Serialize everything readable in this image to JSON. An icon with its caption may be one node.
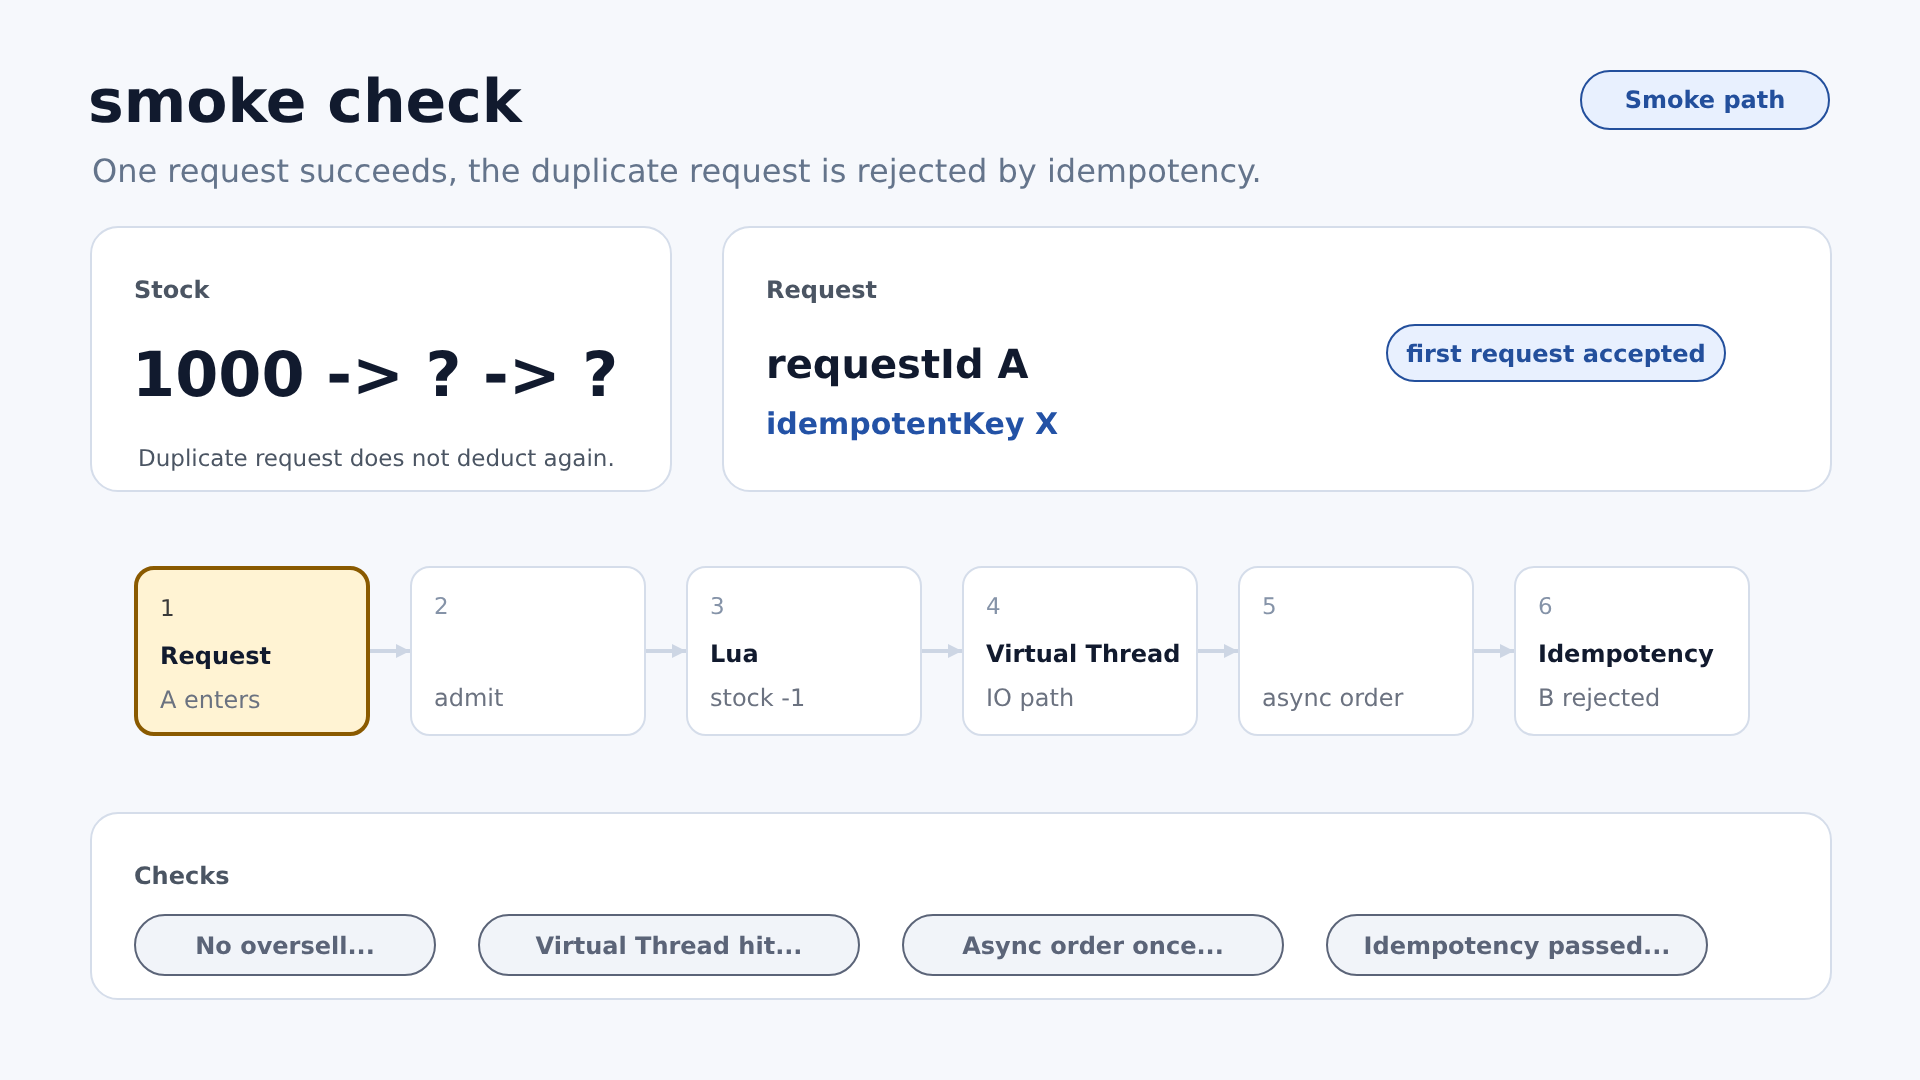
{
  "diagram": {
    "title": "smoke check",
    "nodes": [
      {
        "text": [
          "Smoke path"
        ]
      },
      {
        "text": [
          "Stock",
          "1000 -> ? -> ?",
          "Duplicate request does not deduct again."
        ]
      },
      {
        "text": [
          "Request",
          "requestId A",
          "idempotentKey X"
        ]
      },
      {
        "text": [
          "first request accepted"
        ],
        "in": 2
      },
      {
        "text": [
          "1",
          "Request",
          "A enters"
        ]
      },
      {
        "text": [
          "2",
          "admit"
        ]
      },
      {
        "text": [
          "3",
          "Lua",
          "stock -1"
        ]
      },
      {
        "text": [
          "4",
          "Virtual Thread",
          "IO path"
        ]
      },
      {
        "text": [
          "5",
          "async order"
        ]
      },
      {
        "text": [
          "6",
          "Idempotency",
          "B rejected"
        ]
      },
      {
        "text": [
          "Checks"
        ]
      },
      {
        "text": [
          "No oversell..."
        ],
        "in": 10
      },
      {
        "text": [
          "Virtual Thread hit..."
        ],
        "in": 10
      },
      {
        "text": [
          "Async order once..."
        ],
        "in": 10
      },
      {
        "text": [
          "Idempotency passed..."
        ],
        "in": 10
      }
    ],
    "edges": [
      {
        "from": 4,
        "to": 5,
        "arrow": "to"
      },
      {
        "from": 5,
        "to": 6,
        "arrow": "to"
      },
      {
        "from": 6,
        "to": 7,
        "arrow": "to"
      },
      {
        "from": 7,
        "to": 8,
        "arrow": "to"
      },
      {
        "from": 8,
        "to": 9,
        "arrow": "to"
      }
    ],
    "labels": [
      "One request succeeds, the duplicate request is rejected by idempotency."
    ]
  }
}
